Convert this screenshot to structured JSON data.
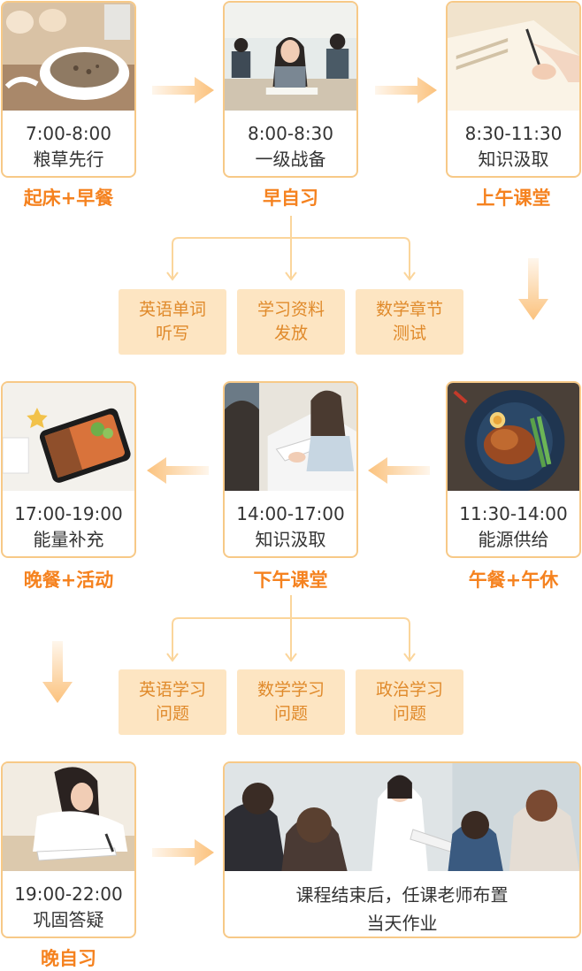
{
  "colors": {
    "accent": "#f5821f",
    "card_border": "#f7c987",
    "box_bg": "#fde5c2",
    "box_text": "#e08a2b",
    "arrow": "#fbc27d"
  },
  "morning": [
    {
      "time": "7:00-8:00",
      "desc": "粮草先行",
      "label": "起床+早餐",
      "photo": "breakfast-porridge-photo"
    },
    {
      "time": "8:00-8:30",
      "desc": "一级战备",
      "label": "早自习",
      "photo": "classroom-study-photo"
    },
    {
      "time": "8:30-11:30",
      "desc": "知识汲取",
      "label": "上午课堂",
      "photo": "writing-notes-photo"
    }
  ],
  "morning_tasks": [
    {
      "line1": "英语单词",
      "line2": "听写"
    },
    {
      "line1": "学习资料",
      "line2": "发放"
    },
    {
      "line1": "数学章节",
      "line2": "测试"
    }
  ],
  "afternoon": [
    {
      "time": "17:00-19:00",
      "desc": "能量补充",
      "label": "晚餐+活动",
      "photo": "dinner-box-photo"
    },
    {
      "time": "14:00-17:00",
      "desc": "知识汲取",
      "label": "下午课堂",
      "photo": "students-studying-photo"
    },
    {
      "time": "11:30-14:00",
      "desc": "能源供给",
      "label": "午餐+午休",
      "photo": "lunch-plate-photo"
    }
  ],
  "afternoon_tasks": [
    {
      "line1": "英语学习",
      "line2": "问题"
    },
    {
      "line1": "数学学习",
      "line2": "问题"
    },
    {
      "line1": "政治学习",
      "line2": "问题"
    }
  ],
  "evening": {
    "time": "19:00-22:00",
    "desc": "巩固答疑",
    "label": "晚自习",
    "photo": "evening-study-photo"
  },
  "summary": {
    "line1": "课程结束后，任课老师布置",
    "line2": "当天作业",
    "photo": "teacher-with-students-photo"
  }
}
